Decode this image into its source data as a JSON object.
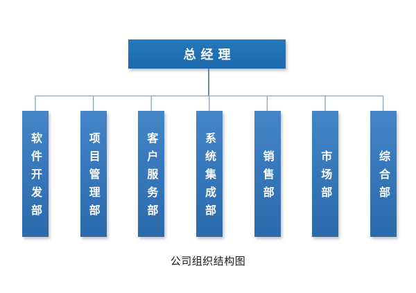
{
  "chart": {
    "type": "org-chart",
    "root": {
      "label": "总经理"
    },
    "departments": [
      {
        "label": "软件开发部"
      },
      {
        "label": "项目管理部"
      },
      {
        "label": "客户服务部"
      },
      {
        "label": "系统集成部"
      },
      {
        "label": "销售部"
      },
      {
        "label": "市场部"
      },
      {
        "label": "综合部"
      }
    ],
    "caption": "公司组织结构图",
    "colors": {
      "root_box": "#2070b4",
      "dept_box_top": "#4586c8",
      "dept_box_bottom": "#2c6bac",
      "stem_line": "#4a6e96",
      "branch_line": "#8aa2b8",
      "box_text": "#ffffff",
      "caption_text": "#1a1a1a"
    }
  }
}
